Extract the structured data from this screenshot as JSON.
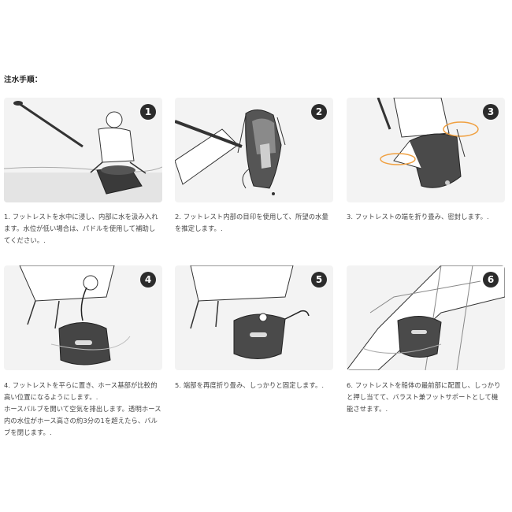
{
  "heading": "注水手順：",
  "steps": [
    {
      "number": "1",
      "caption": "1. フットレストを水中に浸し、内部に水を汲み入れます。水位が低い場合は、パドルを使用して補助してください。."
    },
    {
      "number": "2",
      "caption": "2. フットレスト内部の目印を使用して、所望の水量を推定します。."
    },
    {
      "number": "3",
      "caption": "3. フットレストの端を折り畳み、密封します。."
    },
    {
      "number": "4",
      "caption": "4. フットレストを平らに置き、ホース基部が比較的高い位置になるようにします。.\nホースバルブを開いて空気を排出します。透明ホース内の水位がホース高さの約3分の1を超えたら、バルブを閉じます。."
    },
    {
      "number": "5",
      "caption": "5. 端部を再度折り畳み、しっかりと固定します。."
    },
    {
      "number": "6",
      "caption": "6. フットレストを船体の最前部に配置し、しっかりと押し当てて、バラスト兼フットサポートとして機能させます。."
    }
  ],
  "colors": {
    "badge": "#2b2b2b",
    "panel": "#f3f3f3",
    "accent": "#f0a040"
  }
}
